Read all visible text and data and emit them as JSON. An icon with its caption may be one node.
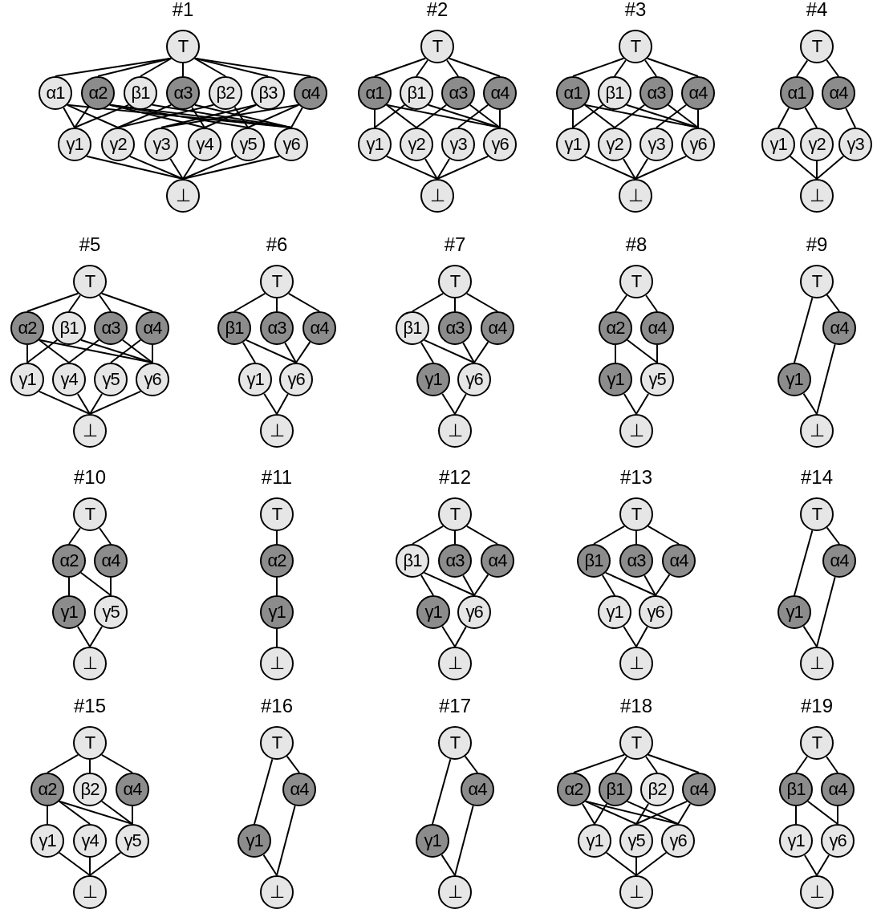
{
  "diagram": {
    "nodes": [
      {
        "text": [
          "T"
        ]
      },
      {
        "text": [
          "α1"
        ]
      },
      {
        "text": [
          "α2"
        ]
      },
      {
        "text": [
          "β1"
        ]
      },
      {
        "text": [
          "α3"
        ]
      },
      {
        "text": [
          "β2"
        ]
      },
      {
        "text": [
          "β3"
        ]
      },
      {
        "text": [
          "α4"
        ]
      },
      {
        "text": [
          "γ1"
        ]
      },
      {
        "text": [
          "γ2"
        ]
      },
      {
        "text": [
          "γ3"
        ]
      },
      {
        "text": [
          "γ4"
        ]
      },
      {
        "text": [
          "γ5"
        ]
      },
      {
        "text": [
          "γ6"
        ]
      },
      {
        "text": [
          "⊥"
        ]
      },
      {
        "text": [
          "T"
        ]
      },
      {
        "text": [
          "α1"
        ]
      },
      {
        "text": [
          "β1"
        ]
      },
      {
        "text": [
          "α3"
        ]
      },
      {
        "text": [
          "α4"
        ]
      },
      {
        "text": [
          "γ1"
        ]
      },
      {
        "text": [
          "γ2"
        ]
      },
      {
        "text": [
          "γ3"
        ]
      },
      {
        "text": [
          "γ6"
        ]
      },
      {
        "text": [
          "⊥"
        ]
      },
      {
        "text": [
          "T"
        ]
      },
      {
        "text": [
          "α1"
        ]
      },
      {
        "text": [
          "β1"
        ]
      },
      {
        "text": [
          "α3"
        ]
      },
      {
        "text": [
          "α4"
        ]
      },
      {
        "text": [
          "γ1"
        ]
      },
      {
        "text": [
          "γ2"
        ]
      },
      {
        "text": [
          "γ3"
        ]
      },
      {
        "text": [
          "γ6"
        ]
      },
      {
        "text": [
          "⊥"
        ]
      },
      {
        "text": [
          "T"
        ]
      },
      {
        "text": [
          "α1"
        ]
      },
      {
        "text": [
          "α4"
        ]
      },
      {
        "text": [
          "γ1"
        ]
      },
      {
        "text": [
          "γ2"
        ]
      },
      {
        "text": [
          "γ3"
        ]
      },
      {
        "text": [
          "⊥"
        ]
      },
      {
        "text": [
          "T"
        ]
      },
      {
        "text": [
          "α2"
        ]
      },
      {
        "text": [
          "β1"
        ]
      },
      {
        "text": [
          "α3"
        ]
      },
      {
        "text": [
          "α4"
        ]
      },
      {
        "text": [
          "γ1"
        ]
      },
      {
        "text": [
          "γ4"
        ]
      },
      {
        "text": [
          "γ5"
        ]
      },
      {
        "text": [
          "γ6"
        ]
      },
      {
        "text": [
          "⊥"
        ]
      },
      {
        "text": [
          "T"
        ]
      },
      {
        "text": [
          "β1"
        ]
      },
      {
        "text": [
          "α3"
        ]
      },
      {
        "text": [
          "α4"
        ]
      },
      {
        "text": [
          "γ1"
        ]
      },
      {
        "text": [
          "γ6"
        ]
      },
      {
        "text": [
          "⊥"
        ]
      },
      {
        "text": [
          "T"
        ]
      },
      {
        "text": [
          "β1"
        ]
      },
      {
        "text": [
          "α3"
        ]
      },
      {
        "text": [
          "α4"
        ]
      },
      {
        "text": [
          "γ1"
        ]
      },
      {
        "text": [
          "γ6"
        ]
      },
      {
        "text": [
          "⊥"
        ]
      },
      {
        "text": [
          "T"
        ]
      },
      {
        "text": [
          "α2"
        ]
      },
      {
        "text": [
          "α4"
        ]
      },
      {
        "text": [
          "γ1"
        ]
      },
      {
        "text": [
          "γ5"
        ]
      },
      {
        "text": [
          "⊥"
        ]
      },
      {
        "text": [
          "T"
        ]
      },
      {
        "text": [
          "α4"
        ]
      },
      {
        "text": [
          "γ1"
        ]
      },
      {
        "text": [
          "⊥"
        ]
      },
      {
        "text": [
          "T"
        ]
      },
      {
        "text": [
          "α2"
        ]
      },
      {
        "text": [
          "α4"
        ]
      },
      {
        "text": [
          "γ1"
        ]
      },
      {
        "text": [
          "γ5"
        ]
      },
      {
        "text": [
          "⊥"
        ]
      },
      {
        "text": [
          "T"
        ]
      },
      {
        "text": [
          "α2"
        ]
      },
      {
        "text": [
          "γ1"
        ]
      },
      {
        "text": [
          "⊥"
        ]
      },
      {
        "text": [
          "T"
        ]
      },
      {
        "text": [
          "β1"
        ]
      },
      {
        "text": [
          "α3"
        ]
      },
      {
        "text": [
          "α4"
        ]
      },
      {
        "text": [
          "γ1"
        ]
      },
      {
        "text": [
          "γ6"
        ]
      },
      {
        "text": [
          "⊥"
        ]
      },
      {
        "text": [
          "T"
        ]
      },
      {
        "text": [
          "β1"
        ]
      },
      {
        "text": [
          "α3"
        ]
      },
      {
        "text": [
          "α4"
        ]
      },
      {
        "text": [
          "γ1"
        ]
      },
      {
        "text": [
          "γ6"
        ]
      },
      {
        "text": [
          "⊥"
        ]
      },
      {
        "text": [
          "T"
        ]
      },
      {
        "text": [
          "α4"
        ]
      },
      {
        "text": [
          "γ1"
        ]
      },
      {
        "text": [
          "⊥"
        ]
      },
      {
        "text": [
          "T"
        ]
      },
      {
        "text": [
          "α2"
        ]
      },
      {
        "text": [
          "β2"
        ]
      },
      {
        "text": [
          "α4"
        ]
      },
      {
        "text": [
          "γ1"
        ]
      },
      {
        "text": [
          "γ4"
        ]
      },
      {
        "text": [
          "γ5"
        ]
      },
      {
        "text": [
          "⊥"
        ]
      },
      {
        "text": [
          "T"
        ]
      },
      {
        "text": [
          "α4"
        ]
      },
      {
        "text": [
          "γ1"
        ]
      },
      {
        "text": [
          "⊥"
        ]
      },
      {
        "text": [
          "T"
        ]
      },
      {
        "text": [
          "α4"
        ]
      },
      {
        "text": [
          "γ1"
        ]
      },
      {
        "text": [
          "⊥"
        ]
      },
      {
        "text": [
          "T"
        ]
      },
      {
        "text": [
          "α2"
        ]
      },
      {
        "text": [
          "β1"
        ]
      },
      {
        "text": [
          "β2"
        ]
      },
      {
        "text": [
          "α4"
        ]
      },
      {
        "text": [
          "γ1"
        ]
      },
      {
        "text": [
          "γ5"
        ]
      },
      {
        "text": [
          "γ6"
        ]
      },
      {
        "text": [
          "⊥"
        ]
      },
      {
        "text": [
          "T"
        ]
      },
      {
        "text": [
          "β1"
        ]
      },
      {
        "text": [
          "α4"
        ]
      },
      {
        "text": [
          "γ1"
        ]
      },
      {
        "text": [
          "γ6"
        ]
      },
      {
        "text": [
          "⊥"
        ]
      }
    ],
    "edges": [
      {
        "from": 0,
        "to": 1,
        "arrow": "none"
      },
      {
        "from": 0,
        "to": 2,
        "arrow": "none"
      },
      {
        "from": 0,
        "to": 3,
        "arrow": "none"
      },
      {
        "from": 0,
        "to": 4,
        "arrow": "none"
      },
      {
        "from": 0,
        "to": 5,
        "arrow": "none"
      },
      {
        "from": 0,
        "to": 6,
        "arrow": "none"
      },
      {
        "from": 0,
        "to": 7,
        "arrow": "none"
      },
      {
        "from": 1,
        "to": 8,
        "arrow": "none"
      },
      {
        "from": 1,
        "to": 9,
        "arrow": "none"
      },
      {
        "from": 1,
        "to": 13,
        "arrow": "none"
      },
      {
        "from": 2,
        "to": 8,
        "arrow": "none"
      },
      {
        "from": 2,
        "to": 11,
        "arrow": "none"
      },
      {
        "from": 2,
        "to": 12,
        "arrow": "none"
      },
      {
        "from": 2,
        "to": 13,
        "arrow": "none"
      },
      {
        "from": 3,
        "to": 8,
        "arrow": "none"
      },
      {
        "from": 3,
        "to": 13,
        "arrow": "none"
      },
      {
        "from": 4,
        "to": 9,
        "arrow": "none"
      },
      {
        "from": 4,
        "to": 11,
        "arrow": "none"
      },
      {
        "from": 4,
        "to": 13,
        "arrow": "none"
      },
      {
        "from": 5,
        "to": 9,
        "arrow": "none"
      },
      {
        "from": 5,
        "to": 12,
        "arrow": "none"
      },
      {
        "from": 6,
        "to": 10,
        "arrow": "none"
      },
      {
        "from": 6,
        "to": 11,
        "arrow": "none"
      },
      {
        "from": 7,
        "to": 10,
        "arrow": "none"
      },
      {
        "from": 7,
        "to": 12,
        "arrow": "none"
      },
      {
        "from": 7,
        "to": 13,
        "arrow": "none"
      },
      {
        "from": 8,
        "to": 14,
        "arrow": "none"
      },
      {
        "from": 9,
        "to": 14,
        "arrow": "none"
      },
      {
        "from": 10,
        "to": 14,
        "arrow": "none"
      },
      {
        "from": 11,
        "to": 14,
        "arrow": "none"
      },
      {
        "from": 12,
        "to": 14,
        "arrow": "none"
      },
      {
        "from": 13,
        "to": 14,
        "arrow": "none"
      },
      {
        "from": 15,
        "to": 16,
        "arrow": "none"
      },
      {
        "from": 15,
        "to": 17,
        "arrow": "none"
      },
      {
        "from": 15,
        "to": 18,
        "arrow": "none"
      },
      {
        "from": 15,
        "to": 19,
        "arrow": "none"
      },
      {
        "from": 16,
        "to": 20,
        "arrow": "none"
      },
      {
        "from": 16,
        "to": 21,
        "arrow": "none"
      },
      {
        "from": 16,
        "to": 23,
        "arrow": "none"
      },
      {
        "from": 17,
        "to": 20,
        "arrow": "none"
      },
      {
        "from": 17,
        "to": 23,
        "arrow": "none"
      },
      {
        "from": 18,
        "to": 21,
        "arrow": "none"
      },
      {
        "from": 18,
        "to": 23,
        "arrow": "none"
      },
      {
        "from": 19,
        "to": 22,
        "arrow": "none"
      },
      {
        "from": 19,
        "to": 23,
        "arrow": "none"
      },
      {
        "from": 20,
        "to": 24,
        "arrow": "none"
      },
      {
        "from": 21,
        "to": 24,
        "arrow": "none"
      },
      {
        "from": 22,
        "to": 24,
        "arrow": "none"
      },
      {
        "from": 23,
        "to": 24,
        "arrow": "none"
      },
      {
        "from": 25,
        "to": 26,
        "arrow": "none"
      },
      {
        "from": 25,
        "to": 27,
        "arrow": "none"
      },
      {
        "from": 25,
        "to": 28,
        "arrow": "none"
      },
      {
        "from": 25,
        "to": 29,
        "arrow": "none"
      },
      {
        "from": 26,
        "to": 30,
        "arrow": "none"
      },
      {
        "from": 26,
        "to": 31,
        "arrow": "none"
      },
      {
        "from": 26,
        "to": 33,
        "arrow": "none"
      },
      {
        "from": 27,
        "to": 30,
        "arrow": "none"
      },
      {
        "from": 27,
        "to": 33,
        "arrow": "none"
      },
      {
        "from": 28,
        "to": 31,
        "arrow": "none"
      },
      {
        "from": 28,
        "to": 33,
        "arrow": "none"
      },
      {
        "from": 29,
        "to": 32,
        "arrow": "none"
      },
      {
        "from": 29,
        "to": 33,
        "arrow": "none"
      },
      {
        "from": 30,
        "to": 34,
        "arrow": "none"
      },
      {
        "from": 31,
        "to": 34,
        "arrow": "none"
      },
      {
        "from": 32,
        "to": 34,
        "arrow": "none"
      },
      {
        "from": 33,
        "to": 34,
        "arrow": "none"
      },
      {
        "from": 35,
        "to": 36,
        "arrow": "none"
      },
      {
        "from": 35,
        "to": 37,
        "arrow": "none"
      },
      {
        "from": 36,
        "to": 38,
        "arrow": "none"
      },
      {
        "from": 36,
        "to": 39,
        "arrow": "none"
      },
      {
        "from": 37,
        "to": 40,
        "arrow": "none"
      },
      {
        "from": 38,
        "to": 41,
        "arrow": "none"
      },
      {
        "from": 39,
        "to": 41,
        "arrow": "none"
      },
      {
        "from": 40,
        "to": 41,
        "arrow": "none"
      },
      {
        "from": 42,
        "to": 43,
        "arrow": "none"
      },
      {
        "from": 42,
        "to": 44,
        "arrow": "none"
      },
      {
        "from": 42,
        "to": 45,
        "arrow": "none"
      },
      {
        "from": 42,
        "to": 46,
        "arrow": "none"
      },
      {
        "from": 43,
        "to": 47,
        "arrow": "none"
      },
      {
        "from": 43,
        "to": 48,
        "arrow": "none"
      },
      {
        "from": 43,
        "to": 50,
        "arrow": "none"
      },
      {
        "from": 44,
        "to": 47,
        "arrow": "none"
      },
      {
        "from": 44,
        "to": 50,
        "arrow": "none"
      },
      {
        "from": 45,
        "to": 48,
        "arrow": "none"
      },
      {
        "from": 45,
        "to": 50,
        "arrow": "none"
      },
      {
        "from": 46,
        "to": 49,
        "arrow": "none"
      },
      {
        "from": 46,
        "to": 50,
        "arrow": "none"
      },
      {
        "from": 47,
        "to": 51,
        "arrow": "none"
      },
      {
        "from": 48,
        "to": 51,
        "arrow": "none"
      },
      {
        "from": 49,
        "to": 51,
        "arrow": "none"
      },
      {
        "from": 50,
        "to": 51,
        "arrow": "none"
      },
      {
        "from": 52,
        "to": 53,
        "arrow": "none"
      },
      {
        "from": 52,
        "to": 54,
        "arrow": "none"
      },
      {
        "from": 52,
        "to": 55,
        "arrow": "none"
      },
      {
        "from": 53,
        "to": 56,
        "arrow": "none"
      },
      {
        "from": 53,
        "to": 57,
        "arrow": "none"
      },
      {
        "from": 54,
        "to": 57,
        "arrow": "none"
      },
      {
        "from": 55,
        "to": 57,
        "arrow": "none"
      },
      {
        "from": 56,
        "to": 58,
        "arrow": "none"
      },
      {
        "from": 57,
        "to": 58,
        "arrow": "none"
      },
      {
        "from": 59,
        "to": 60,
        "arrow": "none"
      },
      {
        "from": 59,
        "to": 61,
        "arrow": "none"
      },
      {
        "from": 59,
        "to": 62,
        "arrow": "none"
      },
      {
        "from": 60,
        "to": 63,
        "arrow": "none"
      },
      {
        "from": 60,
        "to": 64,
        "arrow": "none"
      },
      {
        "from": 61,
        "to": 64,
        "arrow": "none"
      },
      {
        "from": 62,
        "to": 64,
        "arrow": "none"
      },
      {
        "from": 63,
        "to": 65,
        "arrow": "none"
      },
      {
        "from": 64,
        "to": 65,
        "arrow": "none"
      },
      {
        "from": 66,
        "to": 67,
        "arrow": "none"
      },
      {
        "from": 66,
        "to": 68,
        "arrow": "none"
      },
      {
        "from": 67,
        "to": 69,
        "arrow": "none"
      },
      {
        "from": 67,
        "to": 70,
        "arrow": "none"
      },
      {
        "from": 68,
        "to": 70,
        "arrow": "none"
      },
      {
        "from": 69,
        "to": 71,
        "arrow": "none"
      },
      {
        "from": 70,
        "to": 71,
        "arrow": "none"
      },
      {
        "from": 72,
        "to": 74,
        "arrow": "none"
      },
      {
        "from": 72,
        "to": 73,
        "arrow": "none"
      },
      {
        "from": 73,
        "to": 75,
        "arrow": "none"
      },
      {
        "from": 74,
        "to": 75,
        "arrow": "none"
      },
      {
        "from": 76,
        "to": 77,
        "arrow": "none"
      },
      {
        "from": 76,
        "to": 78,
        "arrow": "none"
      },
      {
        "from": 77,
        "to": 79,
        "arrow": "none"
      },
      {
        "from": 77,
        "to": 80,
        "arrow": "none"
      },
      {
        "from": 78,
        "to": 80,
        "arrow": "none"
      },
      {
        "from": 79,
        "to": 81,
        "arrow": "none"
      },
      {
        "from": 80,
        "to": 81,
        "arrow": "none"
      },
      {
        "from": 82,
        "to": 83,
        "arrow": "none"
      },
      {
        "from": 83,
        "to": 84,
        "arrow": "none"
      },
      {
        "from": 84,
        "to": 85,
        "arrow": "none"
      },
      {
        "from": 86,
        "to": 87,
        "arrow": "none"
      },
      {
        "from": 86,
        "to": 88,
        "arrow": "none"
      },
      {
        "from": 86,
        "to": 89,
        "arrow": "none"
      },
      {
        "from": 87,
        "to": 90,
        "arrow": "none"
      },
      {
        "from": 87,
        "to": 91,
        "arrow": "none"
      },
      {
        "from": 88,
        "to": 91,
        "arrow": "none"
      },
      {
        "from": 89,
        "to": 91,
        "arrow": "none"
      },
      {
        "from": 90,
        "to": 92,
        "arrow": "none"
      },
      {
        "from": 91,
        "to": 92,
        "arrow": "none"
      },
      {
        "from": 93,
        "to": 94,
        "arrow": "none"
      },
      {
        "from": 93,
        "to": 95,
        "arrow": "none"
      },
      {
        "from": 93,
        "to": 96,
        "arrow": "none"
      },
      {
        "from": 94,
        "to": 97,
        "arrow": "none"
      },
      {
        "from": 94,
        "to": 98,
        "arrow": "none"
      },
      {
        "from": 95,
        "to": 98,
        "arrow": "none"
      },
      {
        "from": 96,
        "to": 98,
        "arrow": "none"
      },
      {
        "from": 97,
        "to": 99,
        "arrow": "none"
      },
      {
        "from": 98,
        "to": 99,
        "arrow": "none"
      },
      {
        "from": 100,
        "to": 102,
        "arrow": "none"
      },
      {
        "from": 100,
        "to": 101,
        "arrow": "none"
      },
      {
        "from": 101,
        "to": 103,
        "arrow": "none"
      },
      {
        "from": 102,
        "to": 103,
        "arrow": "none"
      },
      {
        "from": 104,
        "to": 105,
        "arrow": "none"
      },
      {
        "from": 104,
        "to": 106,
        "arrow": "none"
      },
      {
        "from": 104,
        "to": 107,
        "arrow": "none"
      },
      {
        "from": 105,
        "to": 108,
        "arrow": "none"
      },
      {
        "from": 105,
        "to": 109,
        "arrow": "none"
      },
      {
        "from": 105,
        "to": 110,
        "arrow": "none"
      },
      {
        "from": 106,
        "to": 110,
        "arrow": "none"
      },
      {
        "from": 107,
        "to": 110,
        "arrow": "none"
      },
      {
        "from": 108,
        "to": 111,
        "arrow": "none"
      },
      {
        "from": 109,
        "to": 111,
        "arrow": "none"
      },
      {
        "from": 110,
        "to": 111,
        "arrow": "none"
      },
      {
        "from": 112,
        "to": 114,
        "arrow": "none"
      },
      {
        "from": 112,
        "to": 113,
        "arrow": "none"
      },
      {
        "from": 113,
        "to": 115,
        "arrow": "none"
      },
      {
        "from": 114,
        "to": 115,
        "arrow": "none"
      },
      {
        "from": 116,
        "to": 118,
        "arrow": "none"
      },
      {
        "from": 116,
        "to": 117,
        "arrow": "none"
      },
      {
        "from": 117,
        "to": 119,
        "arrow": "none"
      },
      {
        "from": 118,
        "to": 119,
        "arrow": "none"
      },
      {
        "from": 120,
        "to": 121,
        "arrow": "none"
      },
      {
        "from": 120,
        "to": 122,
        "arrow": "none"
      },
      {
        "from": 120,
        "to": 123,
        "arrow": "none"
      },
      {
        "from": 120,
        "to": 124,
        "arrow": "none"
      },
      {
        "from": 121,
        "to": 125,
        "arrow": "none"
      },
      {
        "from": 121,
        "to": 126,
        "arrow": "none"
      },
      {
        "from": 121,
        "to": 127,
        "arrow": "none"
      },
      {
        "from": 122,
        "to": 125,
        "arrow": "none"
      },
      {
        "from": 122,
        "to": 127,
        "arrow": "none"
      },
      {
        "from": 123,
        "to": 126,
        "arrow": "none"
      },
      {
        "from": 124,
        "to": 126,
        "arrow": "none"
      },
      {
        "from": 124,
        "to": 127,
        "arrow": "none"
      },
      {
        "from": 125,
        "to": 128,
        "arrow": "none"
      },
      {
        "from": 126,
        "to": 128,
        "arrow": "none"
      },
      {
        "from": 127,
        "to": 128,
        "arrow": "none"
      },
      {
        "from": 129,
        "to": 130,
        "arrow": "none"
      },
      {
        "from": 129,
        "to": 131,
        "arrow": "none"
      },
      {
        "from": 130,
        "to": 132,
        "arrow": "none"
      },
      {
        "from": 130,
        "to": 133,
        "arrow": "none"
      },
      {
        "from": 131,
        "to": 133,
        "arrow": "none"
      },
      {
        "from": 132,
        "to": 134,
        "arrow": "none"
      },
      {
        "from": 133,
        "to": 134,
        "arrow": "none"
      }
    ],
    "labels": [
      "#1",
      "#2",
      "#3",
      "#4",
      "#5",
      "#6",
      "#7",
      "#8",
      "#9",
      "#10",
      "#11",
      "#12",
      "#13",
      "#14",
      "#15",
      "#16",
      "#17",
      "#18",
      "#19"
    ]
  }
}
